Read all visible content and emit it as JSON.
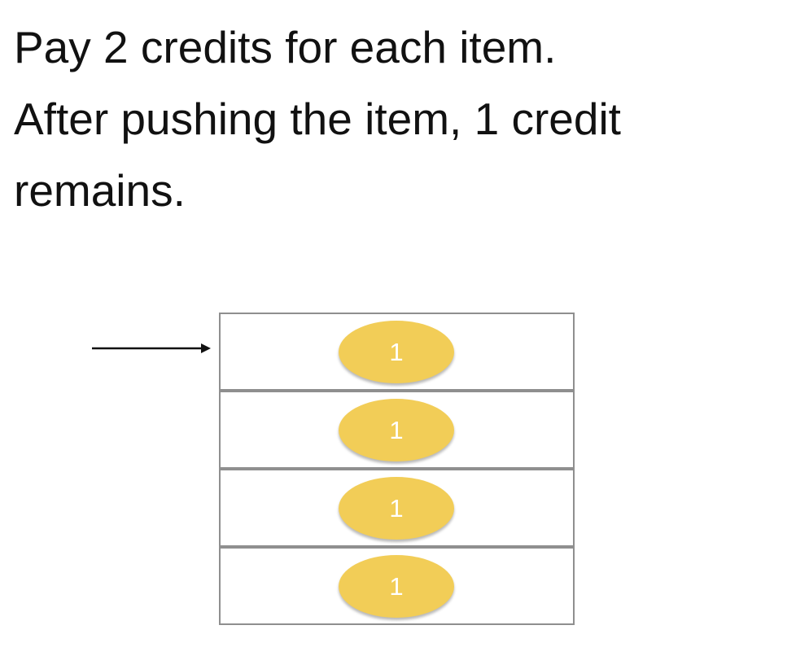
{
  "text": {
    "lines": [
      "Pay 2 credits for each item.",
      "After pushing the item, 1 credit",
      "remains."
    ]
  },
  "diagram": {
    "stack_items": [
      {
        "credit": "1"
      },
      {
        "credit": "1"
      },
      {
        "credit": "1"
      },
      {
        "credit": "1"
      }
    ],
    "colors": {
      "coin_fill": "#f2cd57",
      "slot_border": "#8f8f8f",
      "arrow": "#111111"
    },
    "icon_names": [
      "arrow-right-icon"
    ]
  }
}
